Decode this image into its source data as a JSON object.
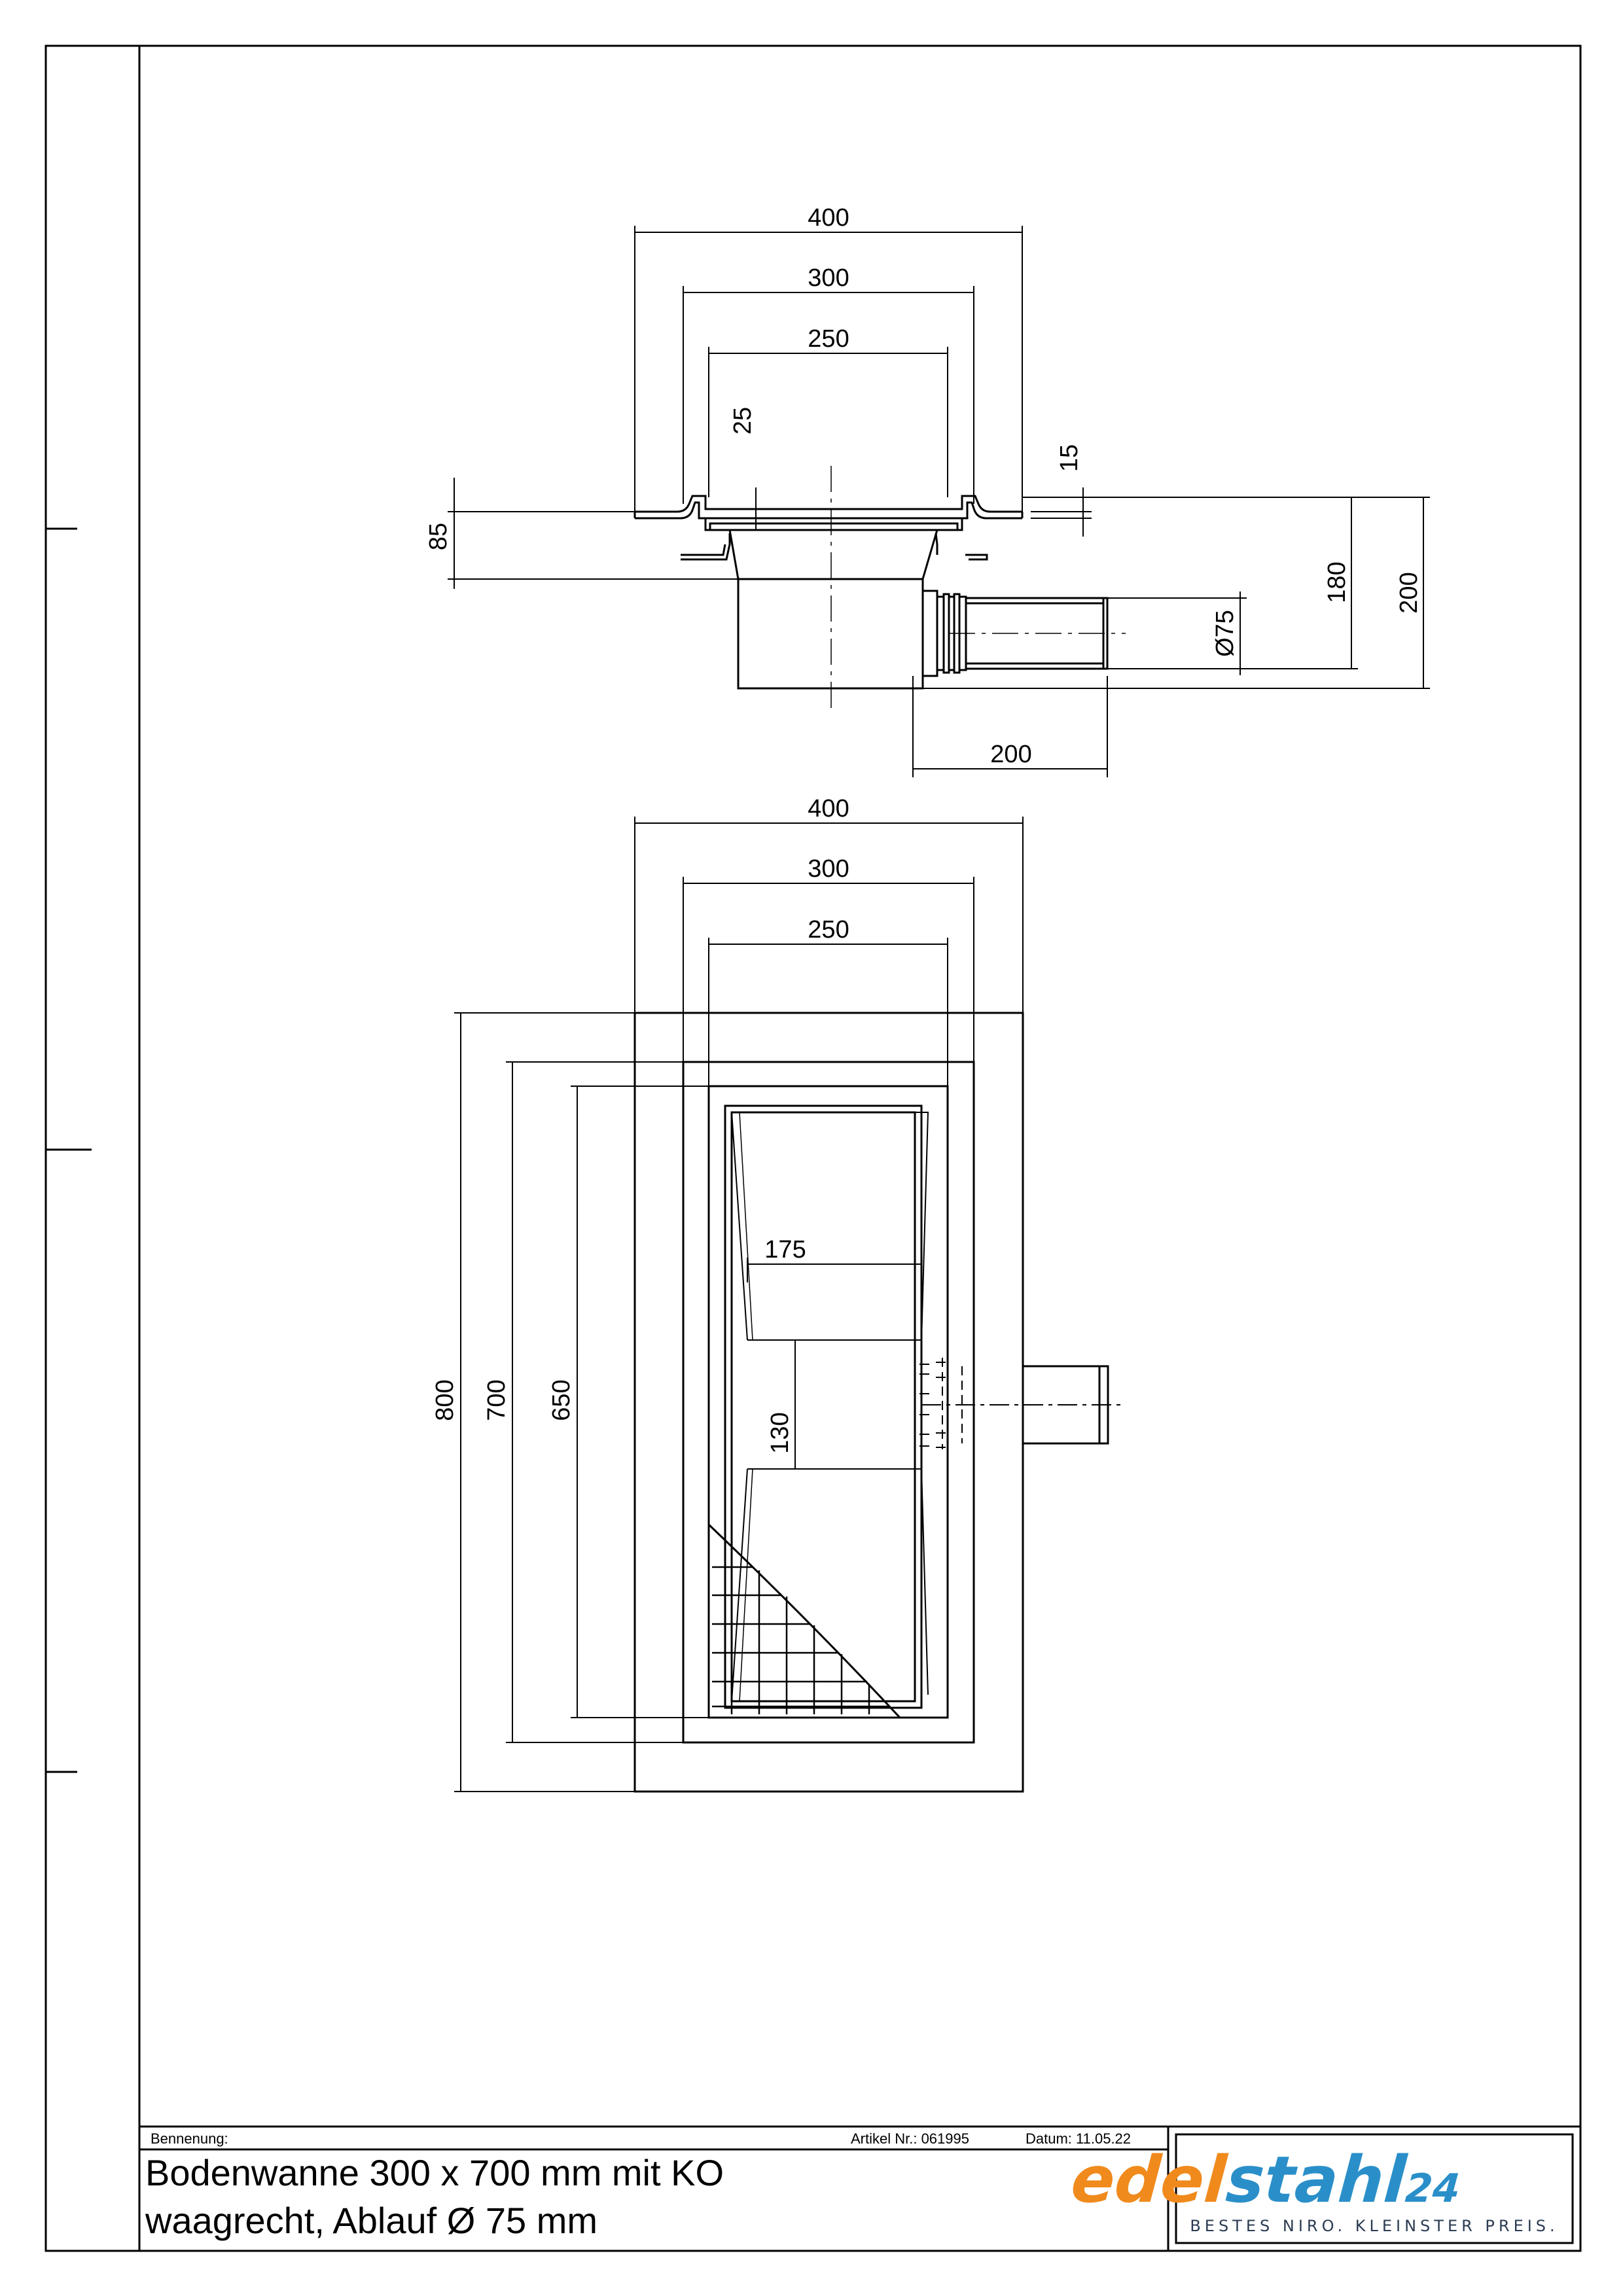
{
  "top_view": {
    "dims": {
      "width_400": "400",
      "width_300": "300",
      "width_250": "250",
      "depth_25": "25",
      "depth_15": "15",
      "height_85": "85",
      "outlet_dia": "Ø75",
      "height_180": "180",
      "height_200": "200",
      "outlet_len": "200"
    }
  },
  "plan_view": {
    "dims": {
      "width_400": "400",
      "width_300": "300",
      "width_250": "250",
      "length_800": "800",
      "length_700": "700",
      "length_650": "650",
      "drain_175": "175",
      "drain_130": "130"
    }
  },
  "title_block": {
    "label_name": "Bennenung:",
    "article_label": "Artikel Nr.: 061995",
    "date_label": "Datum: 11.05.22",
    "title_line1": "Bodenwanne 300 x 700 mm mit KO",
    "title_line2": "waagrecht, Ablauf Ø 75 mm",
    "logo_part1": "edel",
    "logo_part2": "stahl",
    "logo_part3": "24",
    "logo_tagline": "BESTES NIRO. KLEINSTER PREIS.",
    "colors": {
      "orange": "#f08a1c",
      "blue": "#2a8fc9"
    }
  }
}
